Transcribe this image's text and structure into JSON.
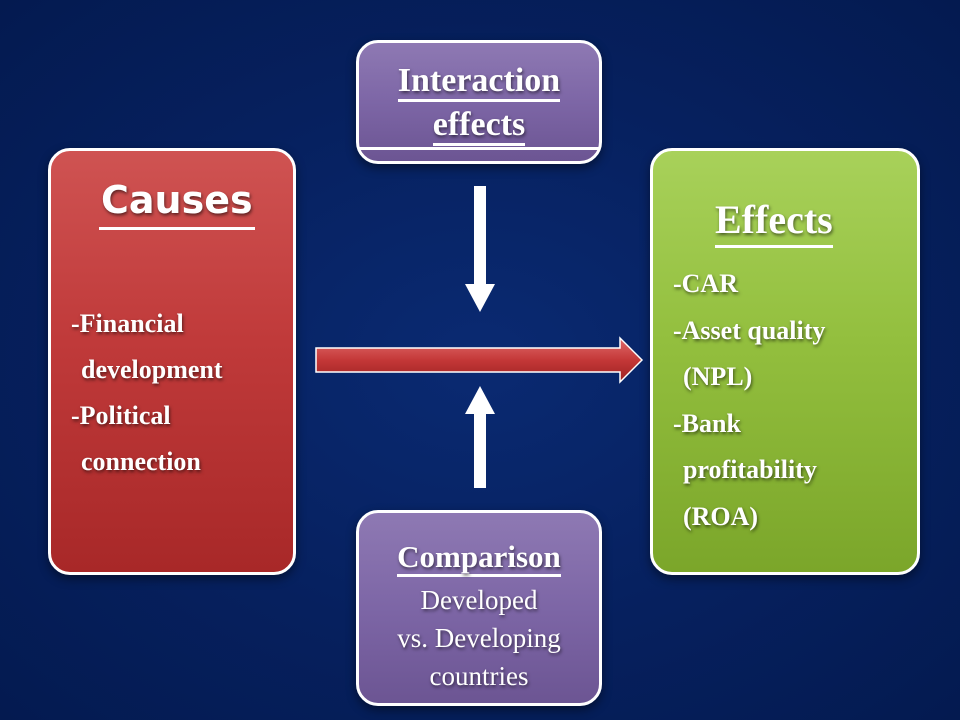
{
  "causes": {
    "title": "Causes",
    "items": [
      "-Financial",
      "development",
      "-Political",
      "connection"
    ]
  },
  "effects": {
    "title": "Effects",
    "items": [
      "-CAR",
      "-Asset quality",
      "(NPL)",
      "-Bank",
      "profitability",
      "(ROA)"
    ]
  },
  "interaction": {
    "title_line1": "Interaction",
    "title_line2": "effects"
  },
  "comparison": {
    "title": "Comparison",
    "lines": [
      "Developed",
      "vs. Developing",
      "countries"
    ]
  },
  "colors": {
    "background": "#06205e",
    "causes": "#c03a3a",
    "effects": "#93bf3e",
    "purple": "#7d66a6",
    "arrow": "#c23a3a"
  }
}
